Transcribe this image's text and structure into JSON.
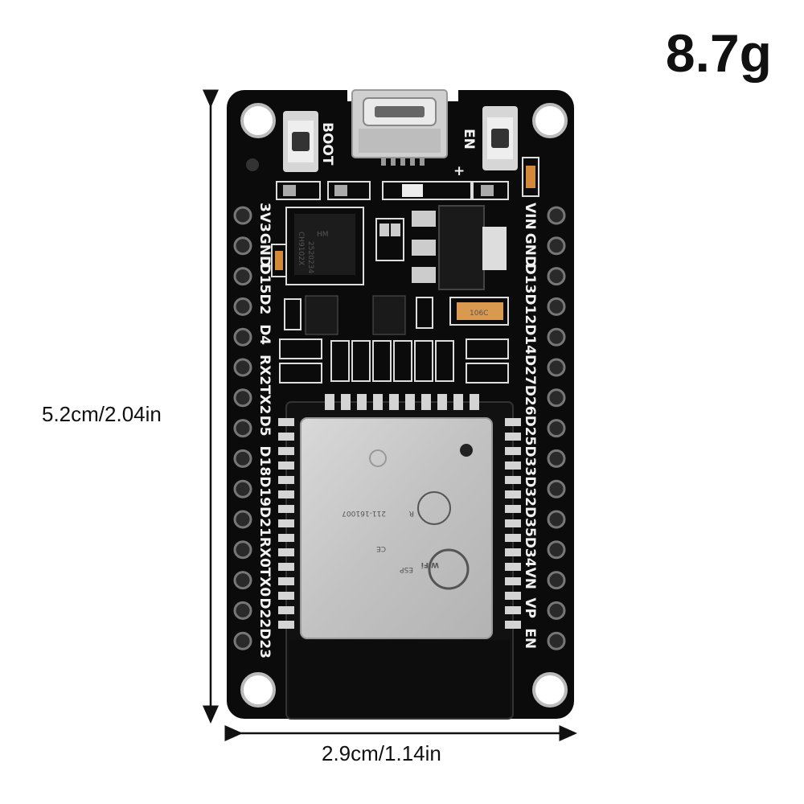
{
  "weight_label": "8.7g",
  "height_label": "5.2cm/2.04in",
  "width_label": "2.9cm/1.14in",
  "buttons": {
    "boot": "BOOT",
    "en": "EN",
    "plus": "+"
  },
  "chip_usb": {
    "brand": "HM",
    "model": "CH9102X",
    "code": "2520234"
  },
  "cap_label": "106C",
  "module": {
    "fcc": "211-161007",
    "r": "R",
    "ce": "CE",
    "wifi": "WiFi",
    "esp": "ESP"
  },
  "left_pins": [
    "3V3",
    "GND",
    "D15",
    "D2",
    "D4",
    "RX2",
    "TX2",
    "D5",
    "D18",
    "D19",
    "D21",
    "RX0",
    "TX0",
    "D22",
    "D23"
  ],
  "right_pins": [
    "VIN",
    "GND",
    "D13",
    "D12",
    "D14",
    "D27",
    "D26",
    "D25",
    "D33",
    "D32",
    "D35",
    "D34",
    "VN",
    "VP",
    "EN"
  ],
  "colors": {
    "pcb": "#0b0b0b",
    "silkscreen": "#f2f2f2",
    "shield": "#c9c9c9",
    "pad": "#d4d4d4"
  }
}
